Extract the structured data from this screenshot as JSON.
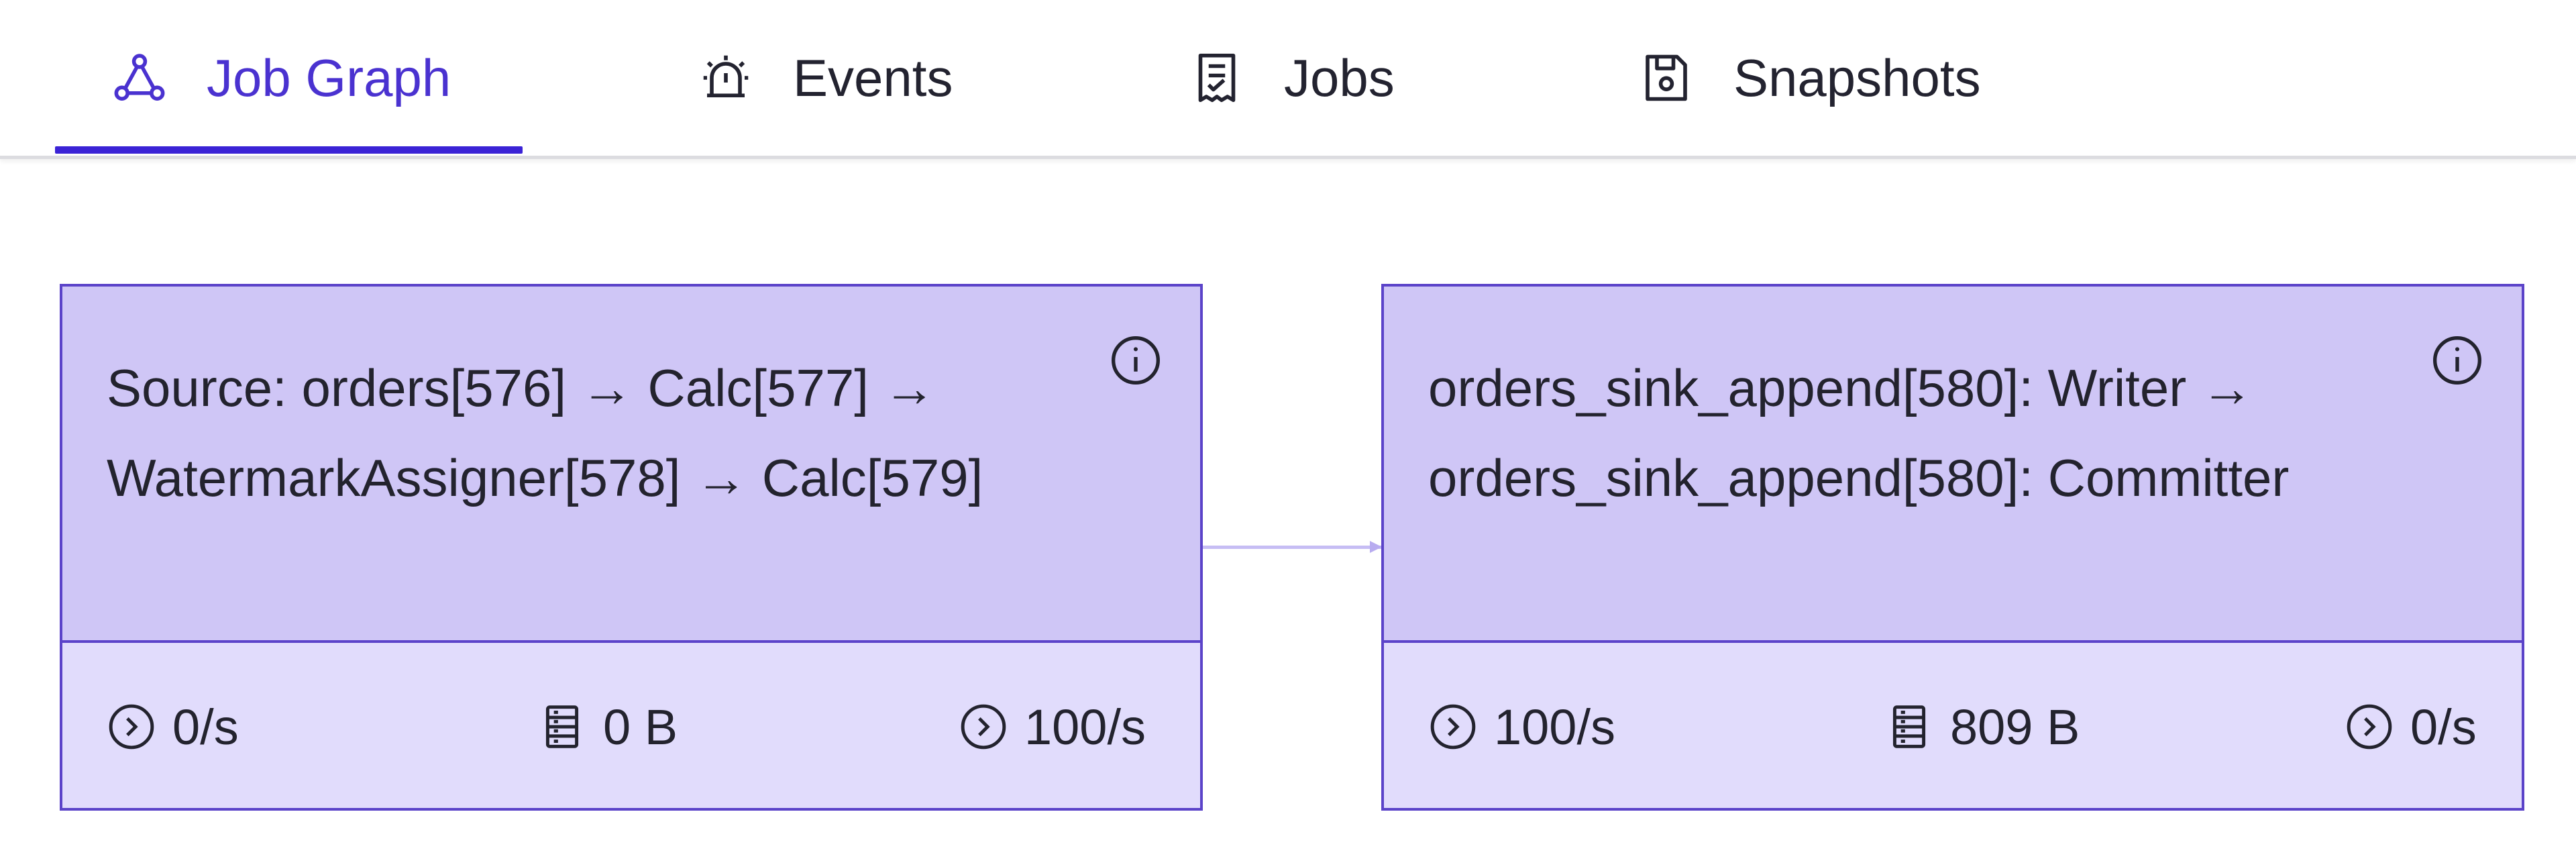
{
  "tabs": [
    {
      "label": "Job Graph",
      "icon": "graph-icon",
      "active": true
    },
    {
      "label": "Events",
      "icon": "alarm-icon",
      "active": false
    },
    {
      "label": "Jobs",
      "icon": "jobs-icon",
      "active": false
    },
    {
      "label": "Snapshots",
      "icon": "save-icon",
      "active": false
    }
  ],
  "colors": {
    "accent": "#3b23d6",
    "node_header": "#cfc6f6",
    "node_body": "#e1dcfc",
    "node_border": "#5b43c9"
  },
  "nodes": [
    {
      "title": "Source: orders[576] → Calc[577] → WatermarkAssigner[578] → Calc[579]",
      "metrics": {
        "in_rate": "0/s",
        "state_size": "0 B",
        "out_rate": "100/s"
      }
    },
    {
      "title": "orders_sink_append[580]: Writer → orders_sink_append[580]: Committer",
      "metrics": {
        "in_rate": "100/s",
        "state_size": "809 B",
        "out_rate": "0/s"
      }
    }
  ]
}
